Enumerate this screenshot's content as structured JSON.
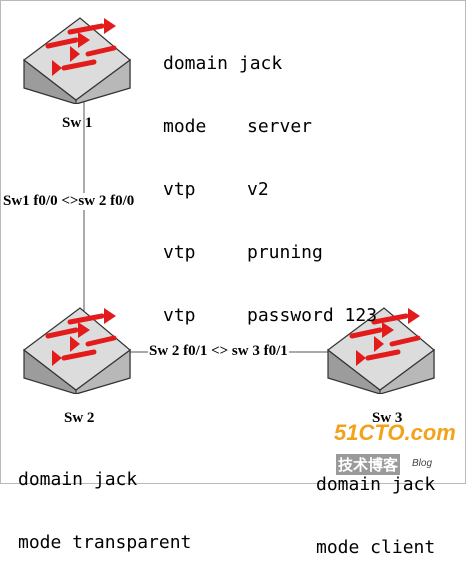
{
  "sw1": {
    "name": "Sw 1",
    "config": [
      [
        "domain",
        "jack"
      ],
      [
        "mode",
        "server"
      ],
      [
        "vtp",
        "v2"
      ],
      [
        "vtp",
        "pruning"
      ],
      [
        "vtp",
        "password 123"
      ]
    ]
  },
  "sw2": {
    "name": "Sw 2",
    "config": [
      "domain jack",
      "mode transparent"
    ]
  },
  "sw3": {
    "name": "Sw 3",
    "config": [
      "domain jack",
      "mode client"
    ]
  },
  "links": {
    "sw1_sw2": "Sw1 f0/0 <>sw 2 f0/0",
    "sw2_sw3": "Sw 2 f0/1 <> sw 3 f0/1"
  },
  "watermark": {
    "brand": "51CTO.com",
    "sub": "技术博客",
    "blog": "Blog"
  },
  "colors": {
    "arrow": "#e31b1b",
    "switch_top": "#d9d9d9",
    "switch_side": "#a9a9a9"
  }
}
